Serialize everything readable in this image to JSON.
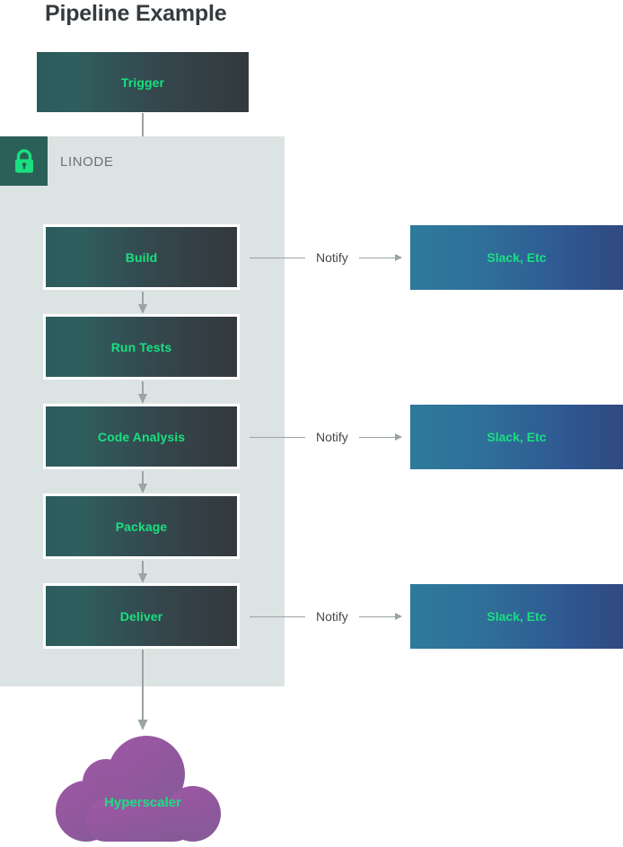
{
  "page": {
    "title": "Pipeline Example",
    "background": "#ffffff"
  },
  "colors": {
    "title_text": "#353b3e",
    "stage_text": "#18e07f",
    "stage_gradient_from": "#2c5c5c",
    "stage_gradient_to": "#33393d",
    "notify_gradient_from": "#2d7b9c",
    "notify_gradient_to": "#31497f",
    "container_background": "#dce4e3",
    "badge_background": "#2b6058",
    "lock_icon": "#18e07f",
    "connector_line": "#9aa3a6",
    "connector_text": "#45494b",
    "cloud_from": "#9b5aa0",
    "cloud_to": "#8a5a9c"
  },
  "trigger": {
    "label": "Trigger"
  },
  "container": {
    "name": "LINODE",
    "lock_icon": "lock-icon"
  },
  "stages": [
    {
      "id": "build",
      "label": "Build"
    },
    {
      "id": "run-tests",
      "label": "Run Tests"
    },
    {
      "id": "code-analysis",
      "label": "Code Analysis"
    },
    {
      "id": "package",
      "label": "Package"
    },
    {
      "id": "deliver",
      "label": "Deliver"
    }
  ],
  "notifications": [
    {
      "id": "notify-build",
      "link_label": "Notify",
      "target_label": "Slack, Etc"
    },
    {
      "id": "notify-code-analysis",
      "link_label": "Notify",
      "target_label": "Slack, Etc"
    },
    {
      "id": "notify-deliver",
      "link_label": "Notify",
      "target_label": "Slack, Etc"
    }
  ],
  "cloud": {
    "label": "Hyperscaler",
    "icon": "cloud-shape"
  }
}
